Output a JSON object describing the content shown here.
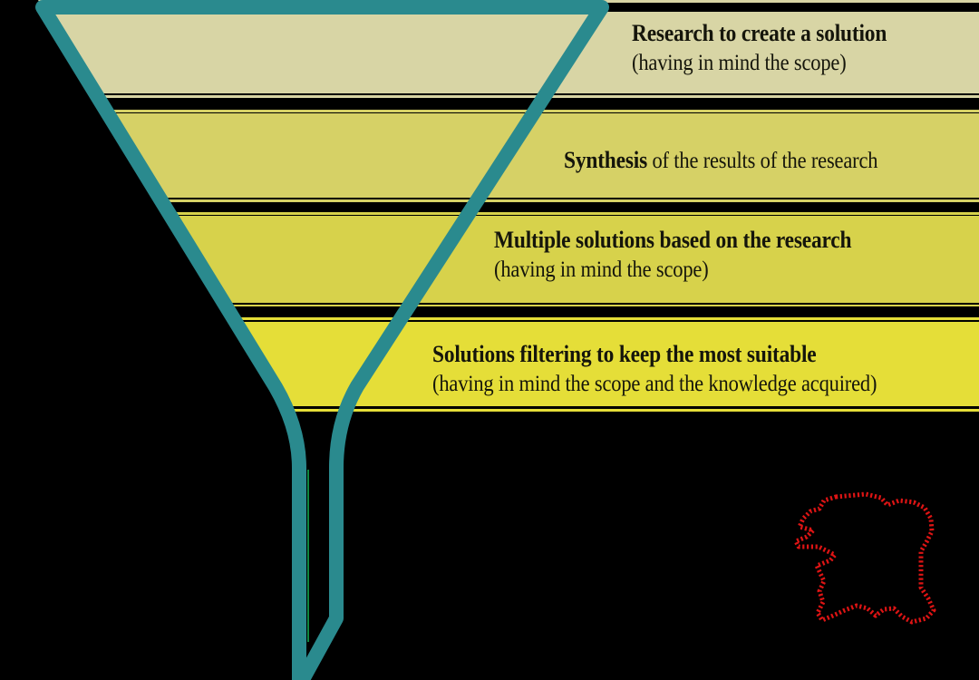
{
  "funnel": {
    "stages": [
      {
        "bold": "Research to create a solution",
        "regular": "(having in mind the scope)",
        "color": "#d8d5a5"
      },
      {
        "bold": "Synthesis",
        "regular": " of the results of the research",
        "color": "#d6d166"
      },
      {
        "bold": "Multiple solutions based on the research",
        "regular": "(having in mind the scope)",
        "color": "#d7d24b"
      },
      {
        "bold": "Solutions filtering to keep the most suitable",
        "regular": "(having in mind the scope and the knowledge acquired)",
        "color": "#e5de38"
      }
    ],
    "colors": {
      "background": "#000000",
      "outline": "#2a8a8e",
      "text": "#15150b",
      "annotation": "#dd1414",
      "artifact": "#12b556"
    }
  }
}
